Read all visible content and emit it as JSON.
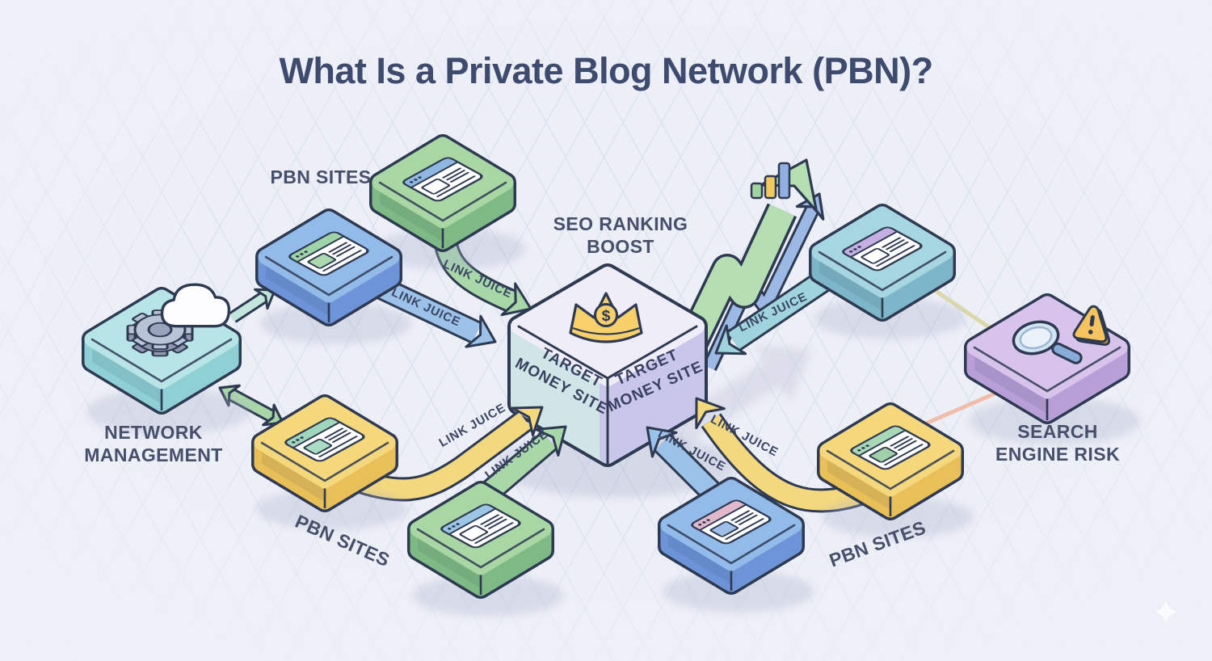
{
  "title": "What Is a Private Blog Network (PBN)?",
  "hub": {
    "face_line1": "TARGET",
    "face_line2": "MONEY SITE",
    "crown_symbol": "$"
  },
  "labels": {
    "pbn_sites": "PBN SITES",
    "link_juice": "LINK JUICE",
    "seo_line1": "SEO RANKING",
    "seo_line2": "BOOST",
    "network_line1": "NETWORK",
    "network_line2": "MANAGEMENT",
    "risk_line1": "SEARCH",
    "risk_line2": "ENGINE RISK"
  },
  "icons": {
    "browser": "browser-window-icon",
    "crown": "crown-icon",
    "gear": "gear-icon",
    "cloud": "cloud-icon",
    "magnifier": "magnifying-glass-icon",
    "warning": "warning-triangle-icon",
    "growth": "growth-arrow-icon",
    "bar_chart": "bar-chart-icon",
    "sparkle": "sparkle-icon"
  },
  "colors": {
    "background": "#edeff7",
    "grid_line": "#dbe1f0",
    "outline": "#2e3a52",
    "title_text": "#3e4a6e",
    "label_text": "#47506b",
    "tile_blue": "#93bbea",
    "tile_blue_side": "#6d94d8",
    "tile_green": "#a9d7a4",
    "tile_green_side": "#7eba85",
    "tile_yellow": "#f6d87c",
    "tile_yellow_side": "#e9bf58",
    "tile_cyan": "#a6d6df",
    "tile_cyan_side": "#7db6c9",
    "tile_teal": "#b7e4e6",
    "tile_teal_side": "#8ed0d4",
    "tile_purple": "#d8c3ea",
    "tile_purple_side": "#b89fd8",
    "hub_top": "#efeef8",
    "hub_left": "#cfe5e6",
    "hub_right": "#c8c6ea",
    "crown_gold": "#f7cf6b",
    "arrow_blue": "#9cc2ea",
    "arrow_green": "#a8d8a8",
    "arrow_yellow": "#f3d87e",
    "arrow_cyan": "#9fd4dc",
    "seo_arrow_green": "#b5dfb2",
    "seo_arrow_blue": "#9cb8e4",
    "bar_green": "#9fd3a0",
    "bar_yellow": "#f2c860",
    "bar_blue": "#8fb0e0",
    "risk_line_warm": "#f2b8a2",
    "risk_line_cool": "#dcd6a2",
    "gear_gray": "#b9c3d6",
    "cloud_white": "#fdfdff",
    "warning_yellow": "#f6c45e"
  }
}
